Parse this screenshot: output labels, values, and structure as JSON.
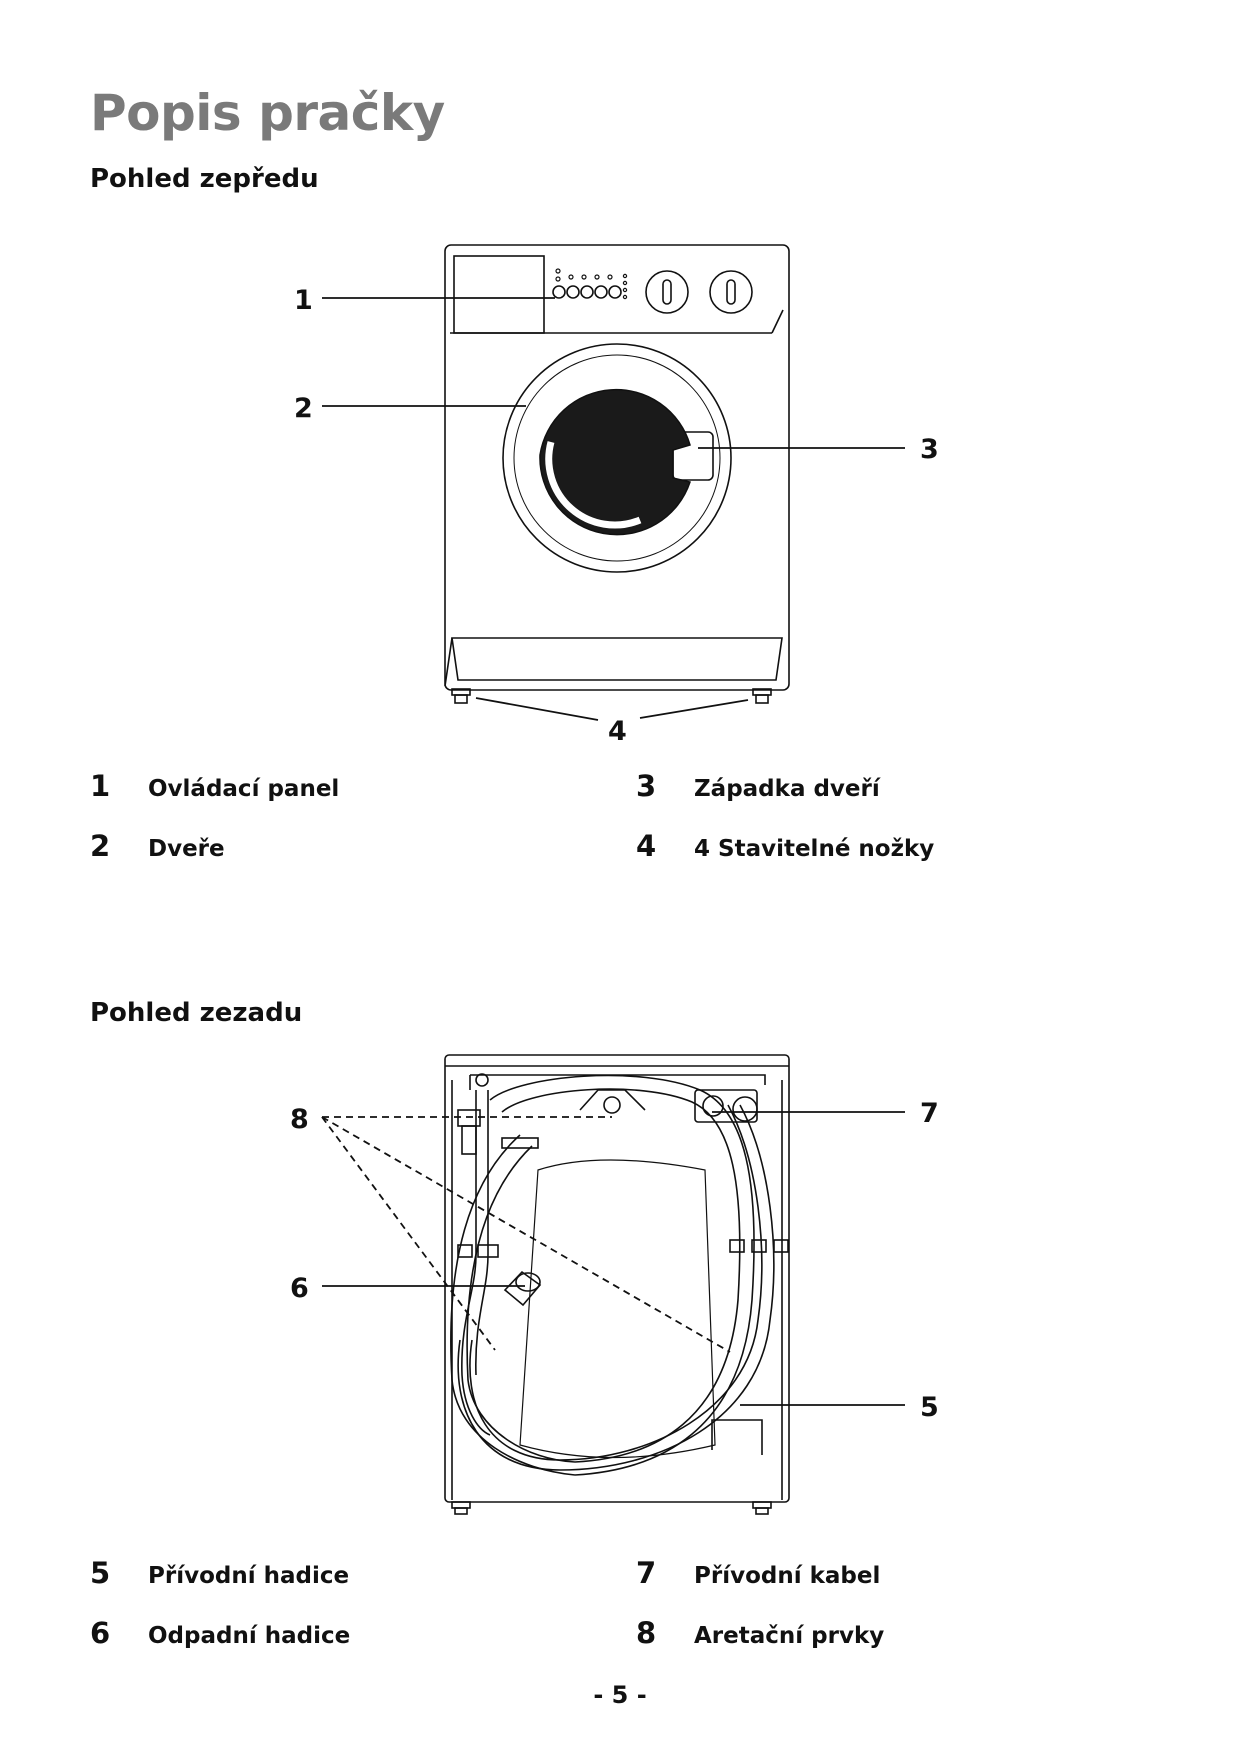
{
  "title": "Popis pračky",
  "front_view": {
    "heading": "Pohled zepředu",
    "callouts": [
      "1",
      "2",
      "3",
      "4"
    ],
    "legend": [
      {
        "num": "1",
        "label": "Ovládací panel"
      },
      {
        "num": "2",
        "label": "Dveře"
      },
      {
        "num": "3",
        "label": "Západka dveří"
      },
      {
        "num": "4",
        "label": "4 Stavitelné nožky"
      }
    ]
  },
  "rear_view": {
    "heading": "Pohled zezadu",
    "callouts": [
      "8",
      "6",
      "7",
      "5"
    ],
    "legend": [
      {
        "num": "5",
        "label": "Přívodní hadice"
      },
      {
        "num": "6",
        "label": "Odpadní hadice"
      },
      {
        "num": "7",
        "label": "Přívodní kabel"
      },
      {
        "num": "8",
        "label": "Aretační prvky"
      }
    ]
  },
  "page_number": "- 5 -"
}
